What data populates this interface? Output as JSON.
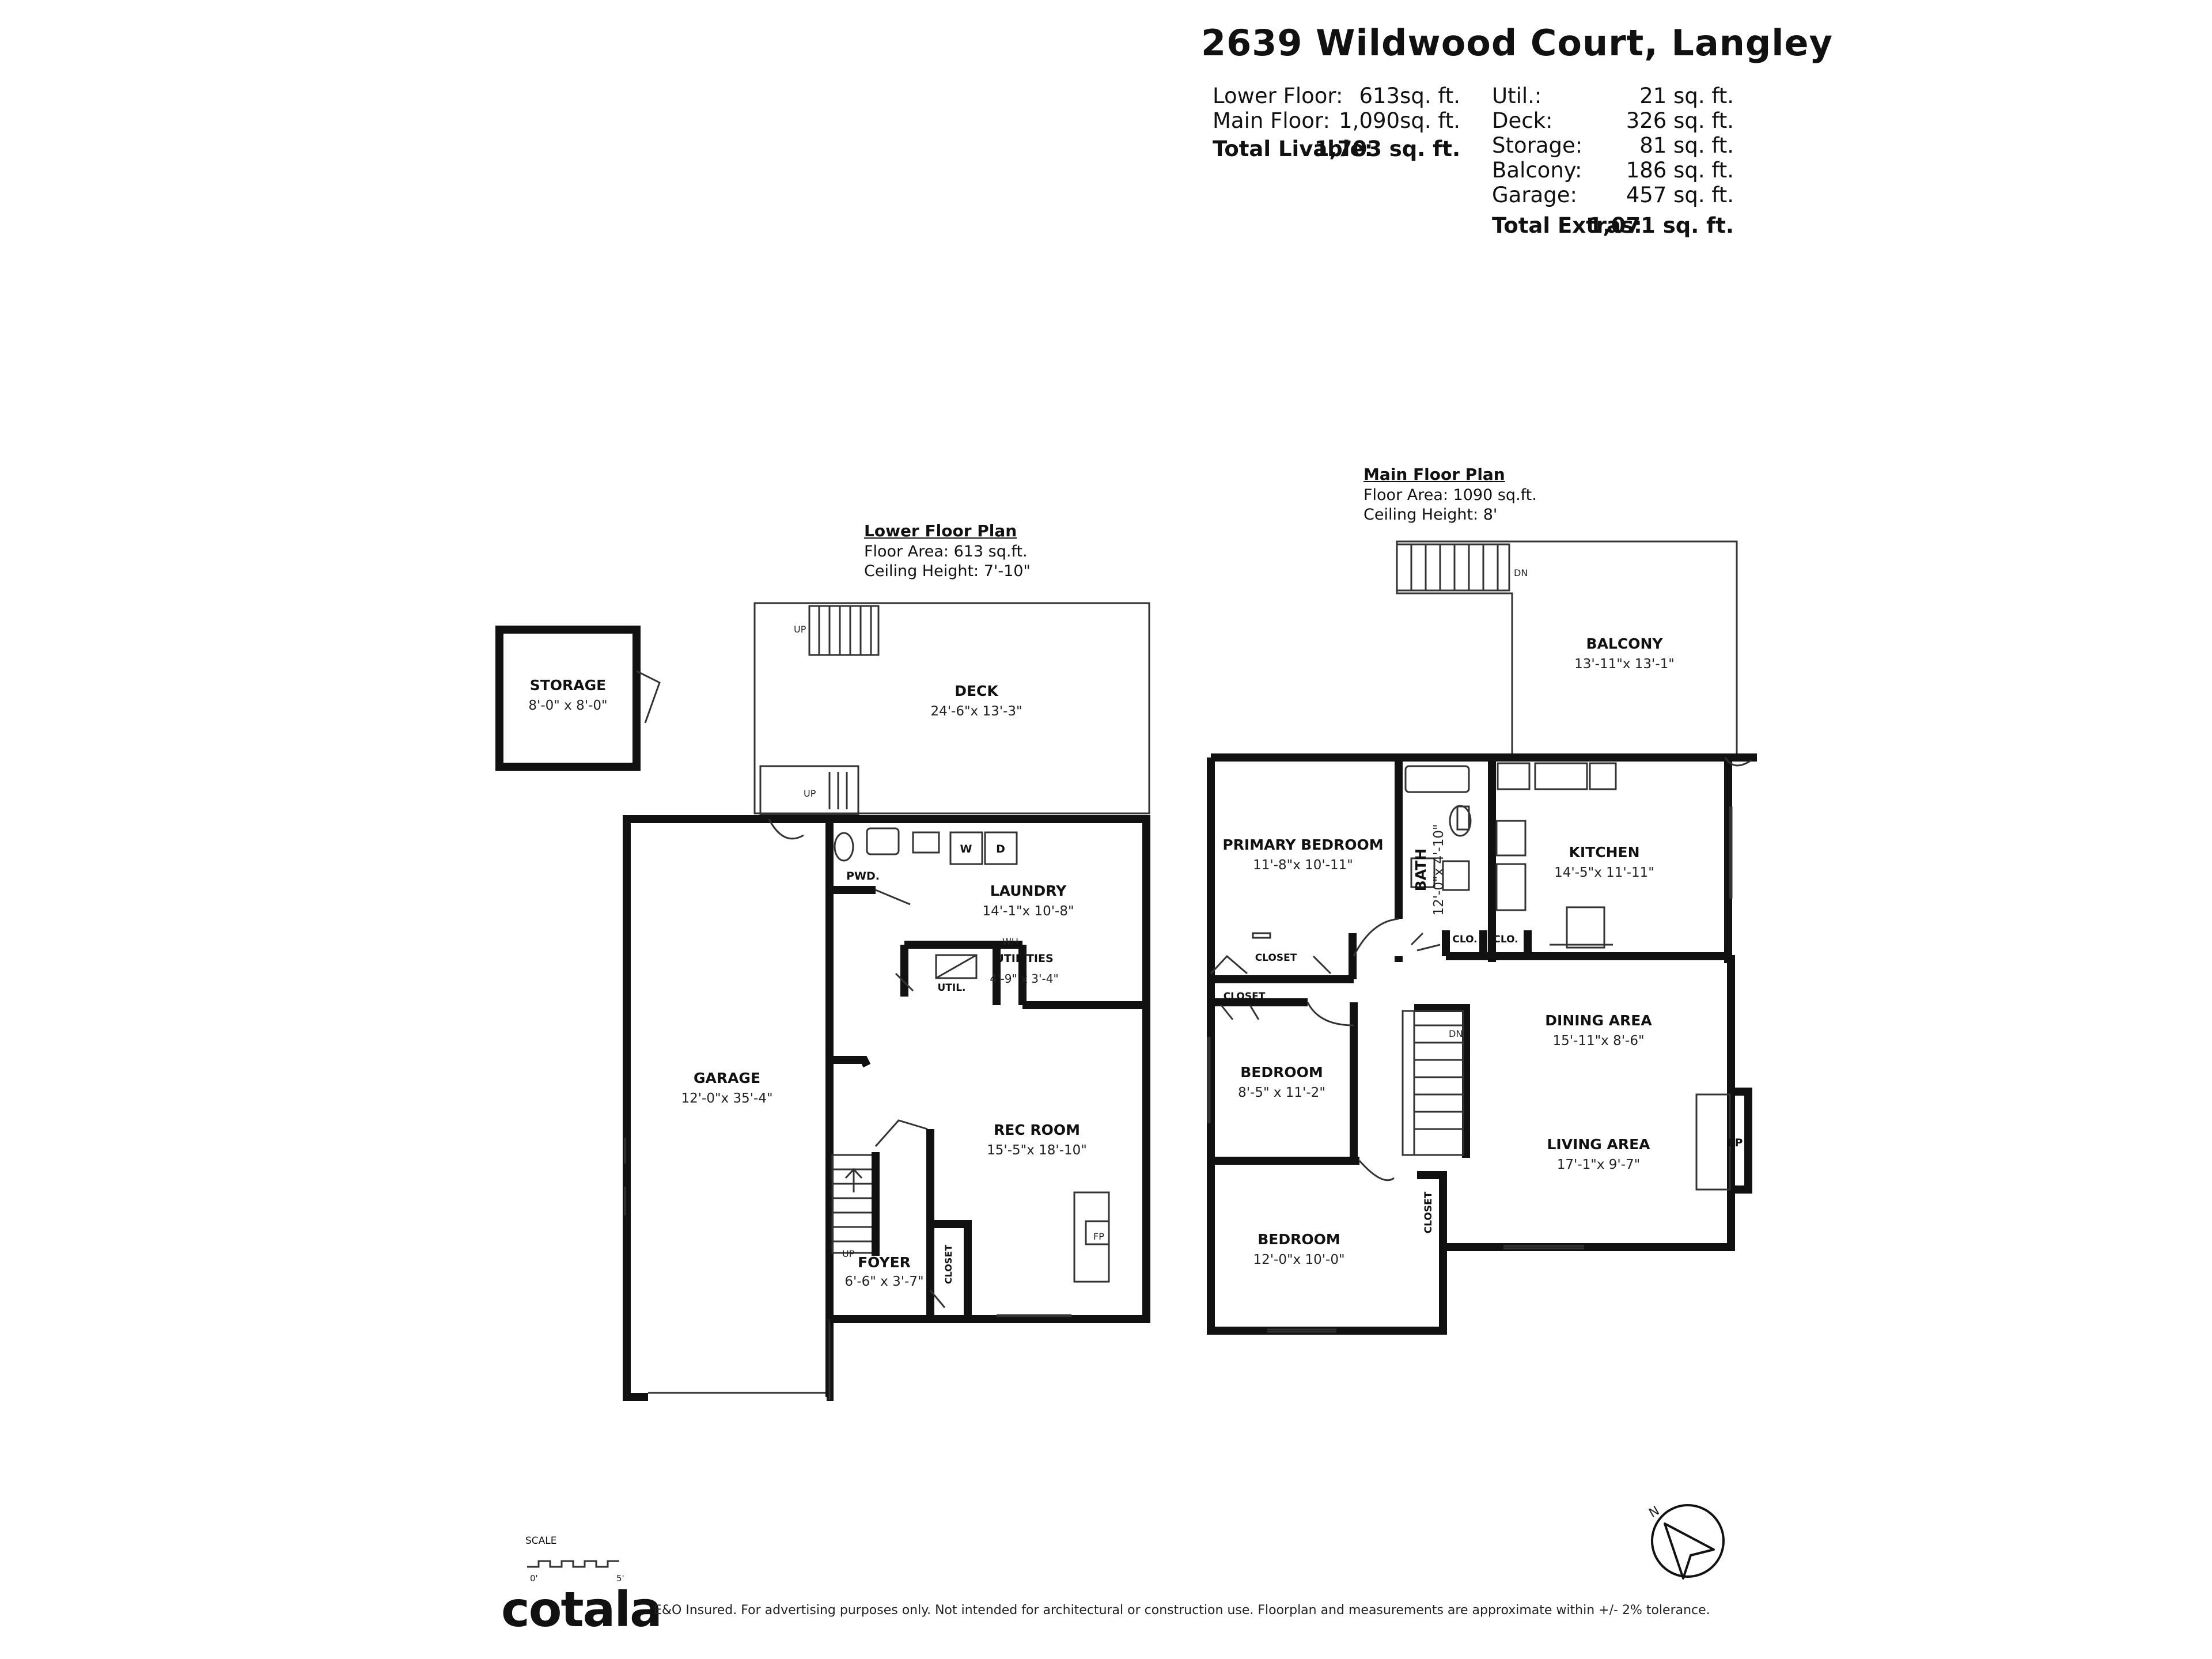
{
  "header": {
    "address": "2639 Wildwood Court, Langley"
  },
  "area_summary": {
    "livable": [
      {
        "label": "Lower Floor:",
        "value": "613sq. ft."
      },
      {
        "label": "Main Floor:",
        "value": "1,090sq. ft."
      }
    ],
    "livable_total": {
      "label": "Total Livable:",
      "value": "1,703 sq. ft."
    },
    "extras": [
      {
        "label": "Util.:",
        "value": "21 sq. ft."
      },
      {
        "label": "Deck:",
        "value": "326 sq. ft."
      },
      {
        "label": "Storage:",
        "value": "81 sq. ft."
      },
      {
        "label": "Balcony:",
        "value": "186 sq. ft."
      },
      {
        "label": "Garage:",
        "value": "457 sq. ft."
      }
    ],
    "extras_total": {
      "label": "Total Extras:",
      "value": "1,071 sq. ft."
    }
  },
  "lower_floor": {
    "title": "Lower Floor Plan",
    "floor_area": "Floor Area: 613 sq.ft.",
    "ceiling_height": "Ceiling Height: 7'-10\"",
    "rooms": {
      "storage": {
        "name": "STORAGE",
        "dim": "8'-0\" x 8'-0\""
      },
      "deck": {
        "name": "DECK",
        "dim": "24'-6\"x 13'-3\""
      },
      "garage": {
        "name": "GARAGE",
        "dim": "12'-0\"x 35'-4\""
      },
      "pwd": {
        "name": "PWD."
      },
      "laundry": {
        "name": "LAUNDRY",
        "dim": "14'-1\"x 10'-8\""
      },
      "utilities": {
        "name": "UTILITIES",
        "dim": "4'-9\" x 3'-4\""
      },
      "util": {
        "name": "UTIL."
      },
      "rec_room": {
        "name": "REC ROOM",
        "dim": "15'-5\"x 18'-10\""
      },
      "foyer": {
        "name": "FOYER",
        "dim": "6'-6\" x 3'-7\""
      },
      "closet": {
        "name": "CLOSET"
      }
    },
    "markers": {
      "up_deck": "UP",
      "up_stairs": "UP",
      "up_foyer": "UP",
      "washer": "W",
      "dryer": "D",
      "wh": "WH",
      "fp": "FP"
    }
  },
  "main_floor": {
    "title": "Main Floor Plan",
    "floor_area": "Floor Area: 1090 sq.ft.",
    "ceiling_height": "Ceiling Height: 8'",
    "rooms": {
      "balcony": {
        "name": "BALCONY",
        "dim": "13'-11\"x 13'-1\""
      },
      "primary_bedroom": {
        "name": "PRIMARY BEDROOM",
        "dim": "11'-8\"x 10'-11\""
      },
      "bath": {
        "name": "BATH",
        "dim": "12'-0\"x 4'-10\""
      },
      "kitchen": {
        "name": "KITCHEN",
        "dim": "14'-5\"x 11'-11\""
      },
      "closet_primary": {
        "name": "CLOSET"
      },
      "clo_1": {
        "name": "CLO."
      },
      "clo_2": {
        "name": "CLO."
      },
      "closet_bedroom": {
        "name": "CLOSET"
      },
      "dining": {
        "name": "DINING AREA",
        "dim": "15'-11\"x 8'-6\""
      },
      "bedroom_1": {
        "name": "BEDROOM",
        "dim": "8'-5\" x 11'-2\""
      },
      "living": {
        "name": "LIVING AREA",
        "dim": "17'-1\"x 9'-7\""
      },
      "bedroom_2": {
        "name": "BEDROOM",
        "dim": "12'-0\"x 10'-0\""
      },
      "closet_hall": {
        "name": "CLOSET"
      }
    },
    "markers": {
      "dn_balcony": "DN",
      "dn_stairs": "DN",
      "fp": "FP"
    }
  },
  "scale": {
    "label": "SCALE",
    "min": "0'",
    "max": "5'"
  },
  "compass": {
    "label": "N"
  },
  "footer": {
    "brand": "cotala",
    "disclaimer": "E&O Insured. For advertising purposes only. Not intended for architectural or construction use. Floorplan and measurements are approximate within +/- 2% tolerance."
  }
}
